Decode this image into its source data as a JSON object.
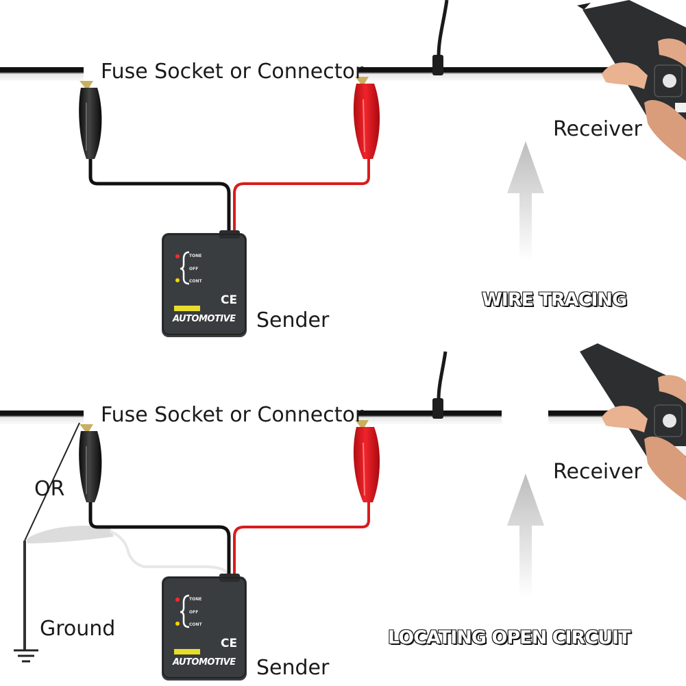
{
  "top_panel": {
    "connector_label": "Fuse Socket or Connector",
    "receiver_label": "Receiver",
    "sender_label": "Sender",
    "caption": "WIRE TRACING"
  },
  "bottom_panel": {
    "connector_label": "Fuse Socket or Connector",
    "receiver_label": "Receiver",
    "sender_label": "Sender",
    "or_label": "OR",
    "ground_label": "Ground",
    "caption": "LOCATING OPEN CIRCUIT"
  },
  "sender_device": {
    "mode_tone": "TONE",
    "mode_off": "OFF",
    "mode_cont": "CONT",
    "brand": "AUTOMOTIVE",
    "ce_mark": "CE"
  },
  "colors": {
    "wire_black": "#111111",
    "wire_red": "#e02020",
    "clip_red": "#e8141b",
    "device_body": "#3a3d40",
    "arrow": "#c9c9c9"
  }
}
